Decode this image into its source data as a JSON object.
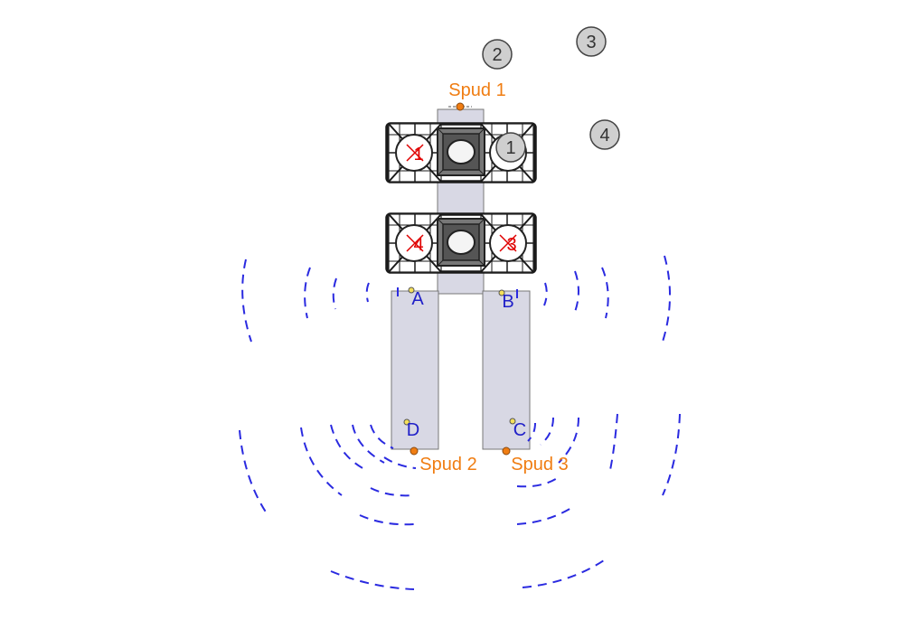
{
  "colors": {
    "spud": "#f07d12",
    "corner": "#2020c8",
    "leg_num": "#e00000",
    "arc": "#2a2ae0",
    "hull": "#d8d8e4",
    "marker": "#cfcfcf"
  },
  "spuds": [
    {
      "id": "spud-1",
      "label": "Spud 1"
    },
    {
      "id": "spud-2",
      "label": "Spud 2"
    },
    {
      "id": "spud-3",
      "label": "Spud 3"
    }
  ],
  "corners": [
    {
      "id": "corner-a",
      "label": "A"
    },
    {
      "id": "corner-b",
      "label": "B"
    },
    {
      "id": "corner-c",
      "label": "C"
    },
    {
      "id": "corner-d",
      "label": "D"
    }
  ],
  "legs": [
    {
      "id": "leg-1",
      "label": "1"
    },
    {
      "id": "leg-3",
      "label": "3"
    },
    {
      "id": "leg-4",
      "label": "4"
    }
  ],
  "markers": [
    {
      "id": "marker-1",
      "label": "1"
    },
    {
      "id": "marker-2",
      "label": "2"
    },
    {
      "id": "marker-3",
      "label": "3"
    },
    {
      "id": "marker-4",
      "label": "4"
    }
  ]
}
